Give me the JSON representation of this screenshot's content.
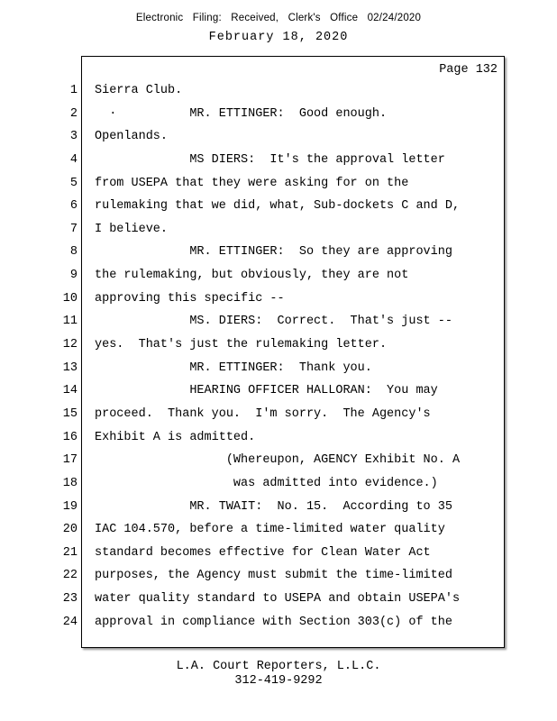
{
  "header": {
    "filing_line": "Electronic Filing: Received, Clerk's Office 02/24/2020",
    "date_line": "February 18, 2020"
  },
  "page": {
    "page_label": "Page 132",
    "lines": [
      {
        "num": "1",
        "text": "Sierra Club."
      },
      {
        "num": "2",
        "text": "  ·          MR. ETTINGER:  Good enough."
      },
      {
        "num": "3",
        "text": "Openlands."
      },
      {
        "num": "4",
        "text": "             MS DIERS:  It's the approval letter"
      },
      {
        "num": "5",
        "text": "from USEPA that they were asking for on the"
      },
      {
        "num": "6",
        "text": "rulemaking that we did, what, Sub-dockets C and D,"
      },
      {
        "num": "7",
        "text": "I believe."
      },
      {
        "num": "8",
        "text": "             MR. ETTINGER:  So they are approving"
      },
      {
        "num": "9",
        "text": "the rulemaking, but obviously, they are not"
      },
      {
        "num": "10",
        "text": "approving this specific --"
      },
      {
        "num": "11",
        "text": "             MS. DIERS:  Correct.  That's just --"
      },
      {
        "num": "12",
        "text": "yes.  That's just the rulemaking letter."
      },
      {
        "num": "13",
        "text": "             MR. ETTINGER:  Thank you."
      },
      {
        "num": "14",
        "text": "             HEARING OFFICER HALLORAN:  You may"
      },
      {
        "num": "15",
        "text": "proceed.  Thank you.  I'm sorry.  The Agency's"
      },
      {
        "num": "16",
        "text": "Exhibit A is admitted."
      },
      {
        "num": "17",
        "text": "                  (Whereupon, AGENCY Exhibit No. A"
      },
      {
        "num": "18",
        "text": "                   was admitted into evidence.)"
      },
      {
        "num": "19",
        "text": "             MR. TWAIT:  No. 15.  According to 35"
      },
      {
        "num": "20",
        "text": "IAC 104.570, before a time-limited water quality"
      },
      {
        "num": "21",
        "text": "standard becomes effective for Clean Water Act"
      },
      {
        "num": "22",
        "text": "purposes, the Agency must submit the time-limited"
      },
      {
        "num": "23",
        "text": "water quality standard to USEPA and obtain USEPA's"
      },
      {
        "num": "24",
        "text": "approval in compliance with Section 303(c) of the"
      }
    ]
  },
  "footer": {
    "company": "L.A. Court Reporters, L.L.C.",
    "phone": "312-419-9292"
  }
}
